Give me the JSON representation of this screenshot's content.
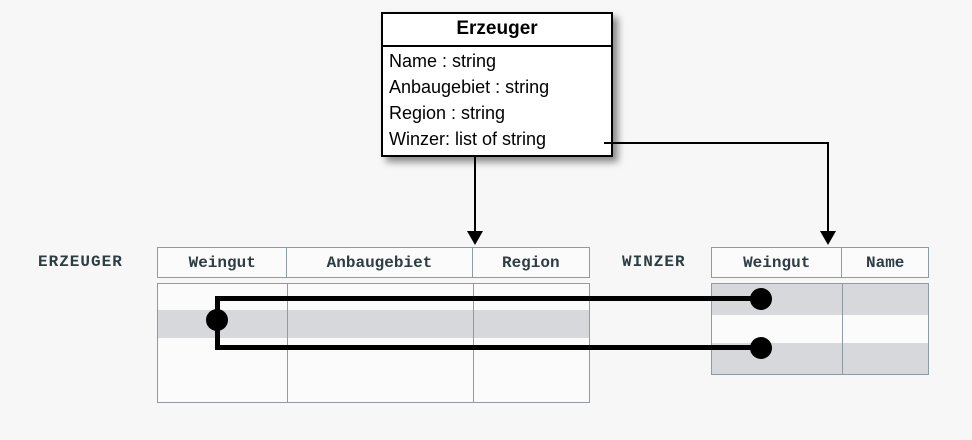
{
  "diagram": {
    "uml_class": {
      "title": "Erzeuger",
      "attributes": [
        "Name : string",
        "Anbaugebiet : string",
        "Region : string",
        "Winzer: list of string"
      ]
    },
    "tables": [
      {
        "name": "ERZEUGER",
        "columns": [
          "Weingut",
          "Anbaugebiet",
          "Region"
        ],
        "row_count": 4,
        "highlighted_rows": [
          2
        ]
      },
      {
        "name": "WINZER",
        "columns": [
          "Weingut",
          "Name"
        ],
        "row_count": 3,
        "highlighted_rows": [
          1,
          3
        ]
      }
    ],
    "connections": {
      "mapping_arrows": [
        "erzeuger-class-to-erzeuger-table",
        "winzer-attribute-to-winzer-table"
      ],
      "relation_links": [
        "erzeuger-row2-to-winzer-row1",
        "erzeuger-row2-to-winzer-row3"
      ]
    },
    "colors": {
      "highlight": "#d7d8dc",
      "table_border": "#8f9ba1",
      "table_text": "#2c3e44",
      "class_border": "#000000",
      "background": "#f7f7f7"
    }
  }
}
